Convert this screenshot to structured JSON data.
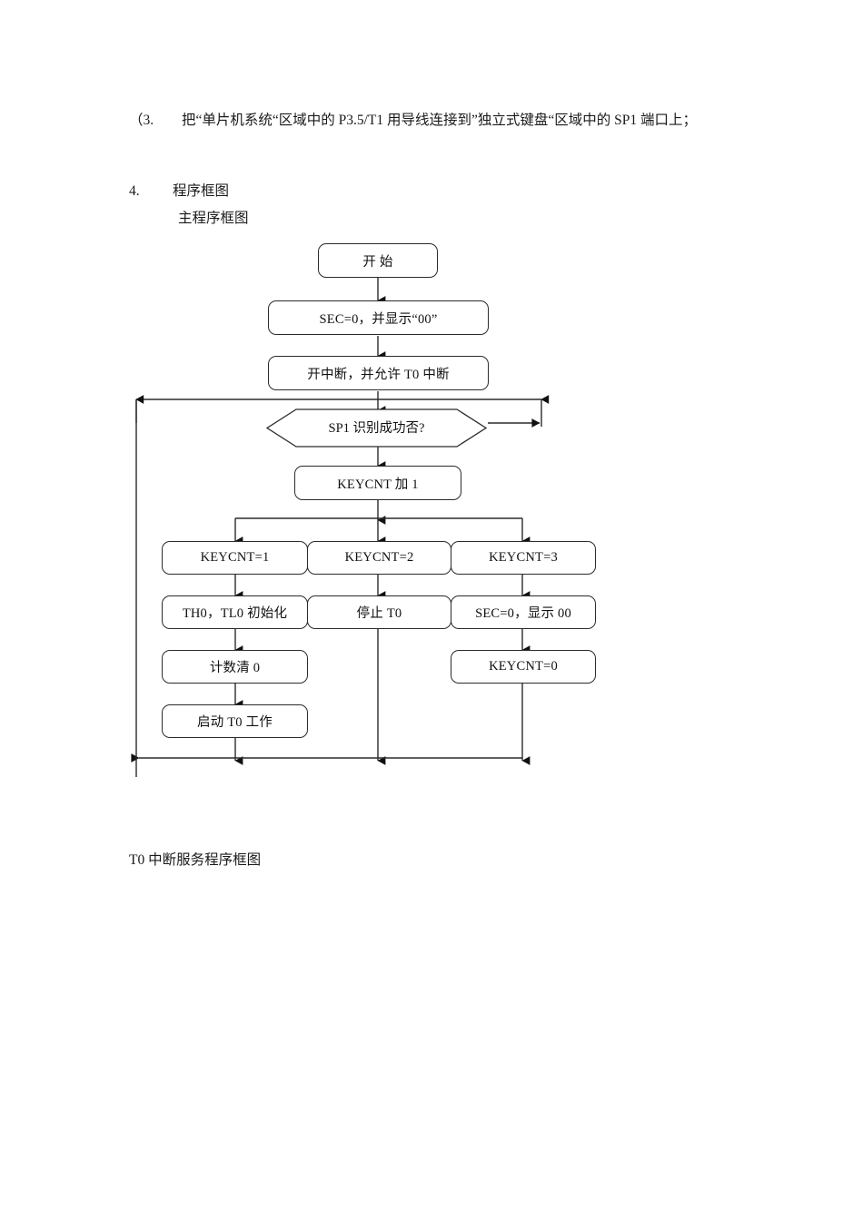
{
  "document": {
    "list_item_3": {
      "marker": "（3.",
      "text": "把“单片机系统“区域中的 P3.5/T1 用导线连接到”独立式键盘“区域中的 SP1 端口上；"
    },
    "list_item_4": {
      "marker": "4.",
      "text": "程序框图",
      "subtitle": "主程序框图"
    },
    "bottom_caption": "T0 中断服务程序框图"
  },
  "chart_data": {
    "type": "diagram",
    "title": "主程序框图",
    "nodes": [
      {
        "id": "start",
        "shape": "rounded-rect",
        "label": "开  始"
      },
      {
        "id": "init-sec",
        "shape": "rounded-rect",
        "label": "SEC=0，并显示“00”"
      },
      {
        "id": "init-int",
        "shape": "rounded-rect",
        "label": "开中断，并允许 T0 中断"
      },
      {
        "id": "decide",
        "shape": "hexagon",
        "label": "SP1 识别成功否?"
      },
      {
        "id": "keycnt-inc",
        "shape": "rounded-rect",
        "label": "KEYCNT 加 1"
      },
      {
        "id": "keycnt1",
        "shape": "rounded-rect",
        "label": "KEYCNT=1"
      },
      {
        "id": "keycnt2",
        "shape": "rounded-rect",
        "label": "KEYCNT=2"
      },
      {
        "id": "keycnt3",
        "shape": "rounded-rect",
        "label": "KEYCNT=3"
      },
      {
        "id": "th0tl0",
        "shape": "rounded-rect",
        "label": "TH0，TL0 初始化"
      },
      {
        "id": "stop-t0",
        "shape": "rounded-rect",
        "label": "停止 T0"
      },
      {
        "id": "sec-show",
        "shape": "rounded-rect",
        "label": "SEC=0，显示 00"
      },
      {
        "id": "clear-cnt",
        "shape": "rounded-rect",
        "label": "计数清 0"
      },
      {
        "id": "keycnt0",
        "shape": "rounded-rect",
        "label": "KEYCNT=0"
      },
      {
        "id": "start-t0",
        "shape": "rounded-rect",
        "label": "启动 T0 工作"
      }
    ],
    "edges": [
      {
        "from": "start",
        "to": "init-sec"
      },
      {
        "from": "init-sec",
        "to": "init-int"
      },
      {
        "from": "init-int",
        "to": "decide"
      },
      {
        "from": "decide",
        "to": "keycnt-inc"
      },
      {
        "from": "decide",
        "to": "loop-top-right",
        "label": ""
      },
      {
        "from": "keycnt-inc",
        "to": "keycnt1"
      },
      {
        "from": "keycnt-inc",
        "to": "keycnt2"
      },
      {
        "from": "keycnt-inc",
        "to": "keycnt3"
      },
      {
        "from": "keycnt1",
        "to": "th0tl0"
      },
      {
        "from": "keycnt2",
        "to": "stop-t0"
      },
      {
        "from": "keycnt3",
        "to": "sec-show"
      },
      {
        "from": "th0tl0",
        "to": "clear-cnt"
      },
      {
        "from": "clear-cnt",
        "to": "start-t0"
      },
      {
        "from": "sec-show",
        "to": "keycnt0"
      },
      {
        "from": "start-t0",
        "to": "join-bottom"
      },
      {
        "from": "stop-t0",
        "to": "join-bottom"
      },
      {
        "from": "keycnt0",
        "to": "join-bottom"
      },
      {
        "from": "join-bottom",
        "to": "decide",
        "via": "left-feedback"
      }
    ],
    "style": {
      "line_color": "#2b2b2b",
      "fill_color": "#ffffff",
      "text_color": "#111111"
    }
  }
}
